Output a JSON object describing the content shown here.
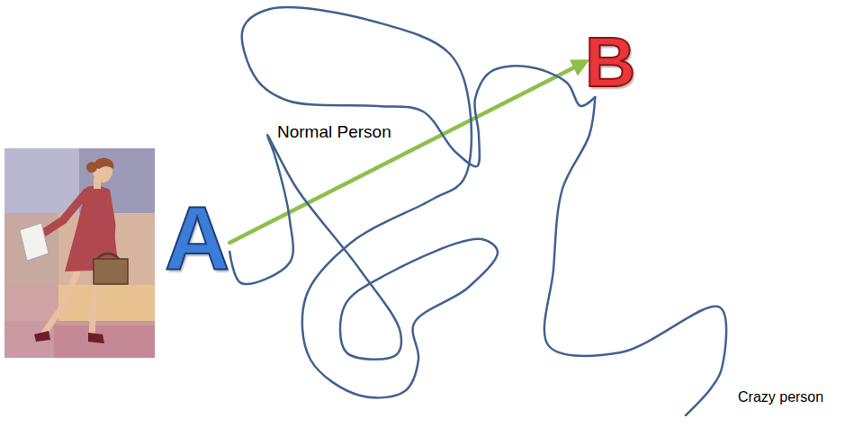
{
  "diagram": {
    "nodes": [
      {
        "text": [
          "A"
        ]
      },
      {
        "text": [
          "B"
        ]
      }
    ],
    "edges": [
      {
        "from": 0,
        "to": 1,
        "arrow": "to",
        "label": "Normal Person"
      },
      {
        "from": 0,
        "to": 1,
        "arrow": "none",
        "label": "Crazy person"
      }
    ]
  }
}
